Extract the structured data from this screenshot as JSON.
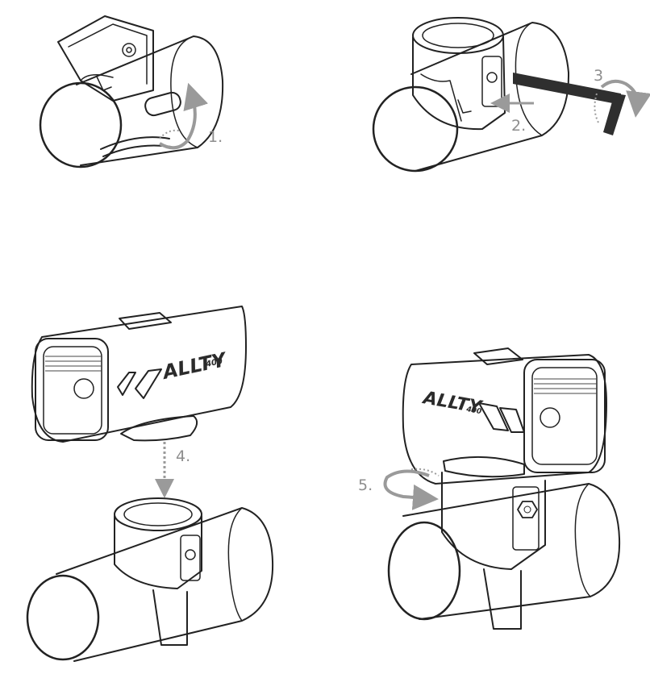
{
  "steps": [
    {
      "id": 1,
      "label": "1."
    },
    {
      "id": 2,
      "label": "2."
    },
    {
      "id": 3,
      "label": "3"
    },
    {
      "id": 4,
      "label": "4."
    },
    {
      "id": 5,
      "label": "5."
    }
  ],
  "product": {
    "name": "ALLTY",
    "model": "400"
  },
  "colors": {
    "ink": "#222222",
    "arrow": "#9a9a9a",
    "label": "#8e8e8e",
    "hex_key": "#2f2f2f"
  }
}
